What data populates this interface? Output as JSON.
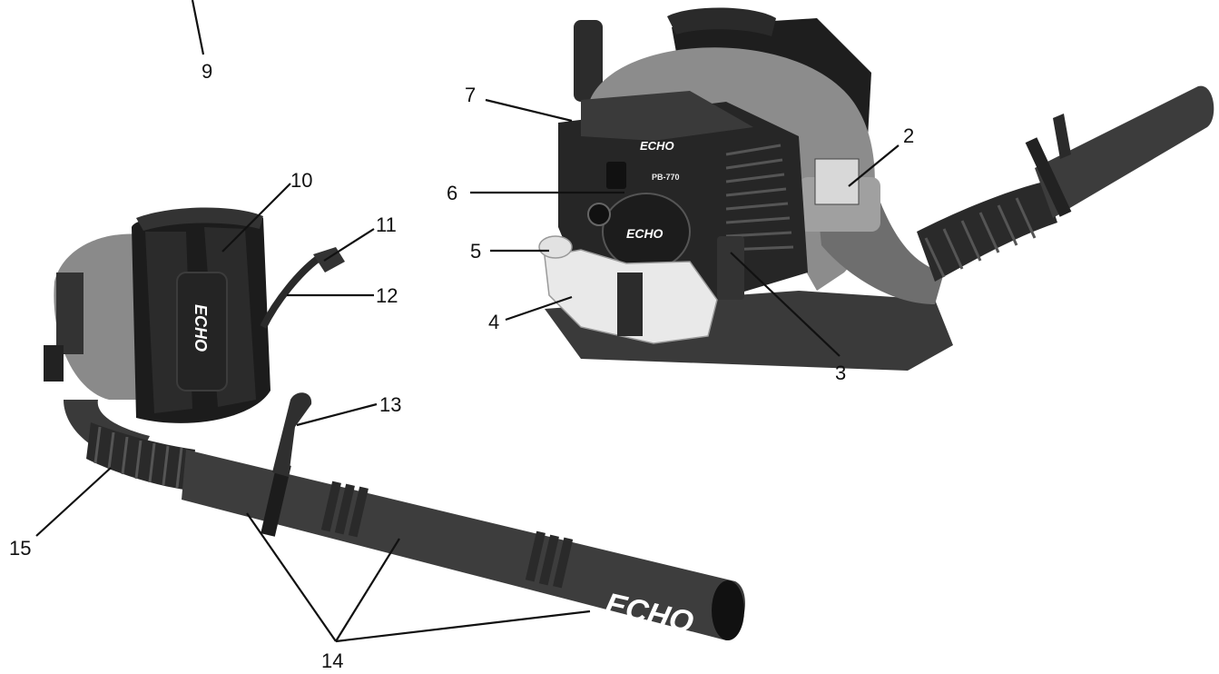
{
  "diagram": {
    "callouts": [
      {
        "id": "2",
        "label": "2"
      },
      {
        "id": "3",
        "label": "3"
      },
      {
        "id": "4",
        "label": "4"
      },
      {
        "id": "5",
        "label": "5"
      },
      {
        "id": "6",
        "label": "6"
      },
      {
        "id": "7",
        "label": "7"
      },
      {
        "id": "9",
        "label": "9"
      },
      {
        "id": "10",
        "label": "10"
      },
      {
        "id": "11",
        "label": "11"
      },
      {
        "id": "12",
        "label": "12"
      },
      {
        "id": "13",
        "label": "13"
      },
      {
        "id": "14",
        "label": "14"
      },
      {
        "id": "15",
        "label": "15"
      }
    ],
    "branding": {
      "brand": "ECHO",
      "model": "PB-770"
    }
  }
}
